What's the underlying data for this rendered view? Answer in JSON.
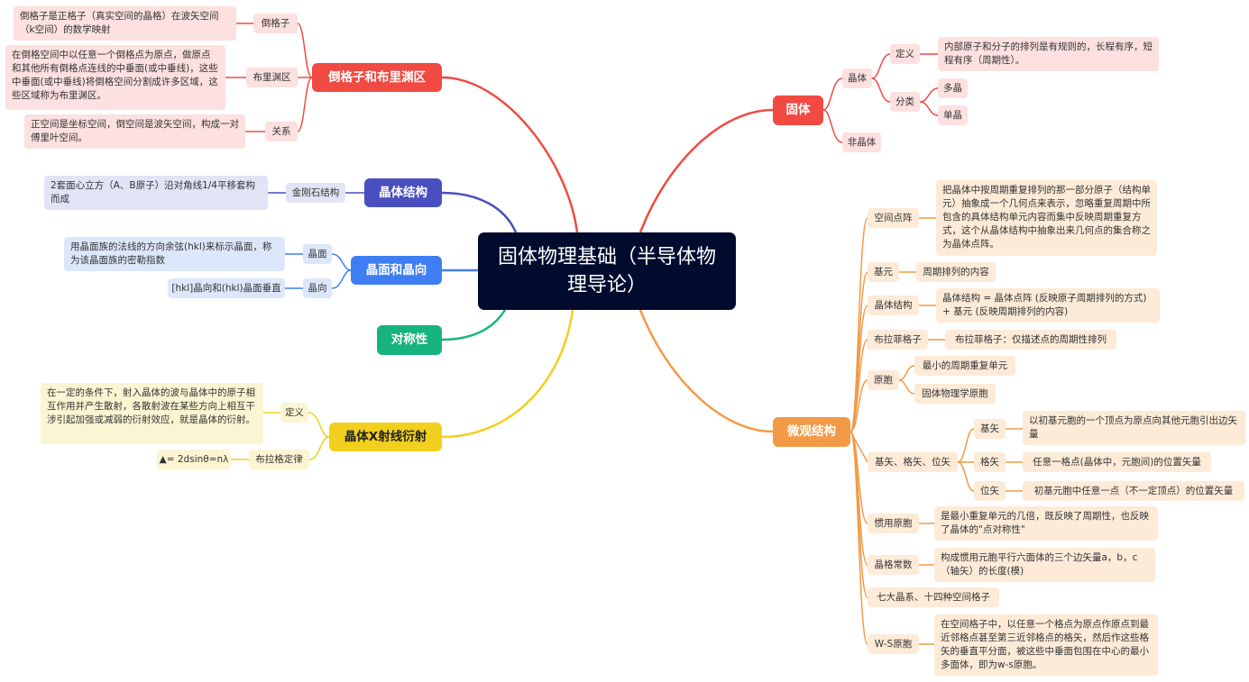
{
  "center": {
    "title": "固体物理基础（半导体物理导论）"
  },
  "left": {
    "reciprocal": {
      "title": "倒格子和布里渊区",
      "items": [
        {
          "label": "倒格子",
          "desc": "倒格子是正格子（真实空间的晶格）在波矢空间（k空间）的数学映射"
        },
        {
          "label": "布里渊区",
          "desc": "在倒格空间中以任意一个倒格点为原点，做原点和其他所有倒格点连线的中垂面(或中垂线)，这些中垂面(或中垂线)将倒格空间分割成许多区域，这些区域称为布里渊区。"
        },
        {
          "label": "关系",
          "desc": "正空间是坐标空间，倒空间是波矢空间，构成一对傅里叶空间。"
        }
      ]
    },
    "crystal_structure": {
      "title": "晶体结构",
      "items": [
        {
          "label": "金刚石结构",
          "desc": "2套面心立方（A、B原子）沿对角线1/4平移套构而成"
        }
      ]
    },
    "plane_direction": {
      "title": "晶面和晶向",
      "items": [
        {
          "label": "晶面",
          "desc": "用晶面族的法线的方向余弦(hkl)来标示晶面，称为该晶面族的密勒指数"
        },
        {
          "label": "晶向",
          "desc": "[hkl]晶向和(hkl)晶面垂直"
        }
      ]
    },
    "symmetry": {
      "title": "对称性"
    },
    "xray": {
      "title": "晶体X射线衍射",
      "items": [
        {
          "label": "定义",
          "desc": "在一定的条件下，射入晶体的波与晶体中的原子相互作用并产生散射，各散射波在某些方向上相互干涉引起加强或减弱的衍射效应，就是晶体的衍射。"
        },
        {
          "label": "布拉格定律",
          "desc": "▲= 2dsinθ=nλ"
        }
      ]
    }
  },
  "right": {
    "solid": {
      "title": "固体",
      "crystal": "晶体",
      "definition_label": "定义",
      "definition_text": "内部原子和分子的排列是有规则的，长程有序，短程有序（周期性）。",
      "classification_label": "分类",
      "poly": "多晶",
      "single": "单晶",
      "amorphous": "非晶体"
    },
    "micro": {
      "title": "微观结构",
      "space_lattice_label": "空间点阵",
      "space_lattice_text": "把晶体中按周期重复排列的那一部分原子（结构单元）抽象成一个几何点来表示，忽略重复周期中所包含的具体结构单元内容而集中反映周期重复方式，这个从晶体结构中抽象出来几何点的集合称之为晶体点阵。",
      "basis_label": "基元",
      "basis_text": "周期排列的内容",
      "structure_label": "晶体结构",
      "structure_text": "晶体结构 = 晶体点阵 (反映原子周期排列的方式) + 基元 (反映周期排列的内容)",
      "bravais_label": "布拉菲格子",
      "bravais_text": "布拉菲格子：仅描述点的周期性排列",
      "primitive_label": "原胞",
      "primitive_a": "最小的周期重复单元",
      "primitive_b": "固体物理学原胞",
      "vectors_label": "基矢、格矢、位矢",
      "basis_vec_label": "基矢",
      "basis_vec_text": "以初基元胞的一个顶点为原点向其他元胞引出边矢量",
      "lattice_vec_label": "格矢",
      "lattice_vec_text": "任意一格点(晶体中，元胞间)的位置矢量",
      "pos_vec_label": "位矢",
      "pos_vec_text": "初基元胞中任意一点（不一定顶点）的位置矢量",
      "conventional_label": "惯用原胞",
      "conventional_text": "是最小重复单元的几倍，既反映了周期性，也反映了晶体的\"点对称性\"",
      "constant_label": "晶格常数",
      "constant_text": "构成惯用元胞平行六面体的三个边矢量a，b，c（轴矢）的长度(模)",
      "seven": "七大晶系、十四种空间格子",
      "ws_label": "W-S原胞",
      "ws_text": "在空间格子中，以任意一个格点为原点作原点到最近邻格点甚至第三近邻格点的格矢，然后作这些格矢的垂直平分面，被这些中垂面包围在中心的最小多面体，即为w-s原胞。"
    }
  },
  "colors": {
    "red": "#f04a42",
    "indigo": "#4a4fbf",
    "blue": "#3f7ef2",
    "green": "#16b47c",
    "yellow": "#f2cf1d",
    "orange": "#f39a47",
    "center": "#000b2e"
  }
}
